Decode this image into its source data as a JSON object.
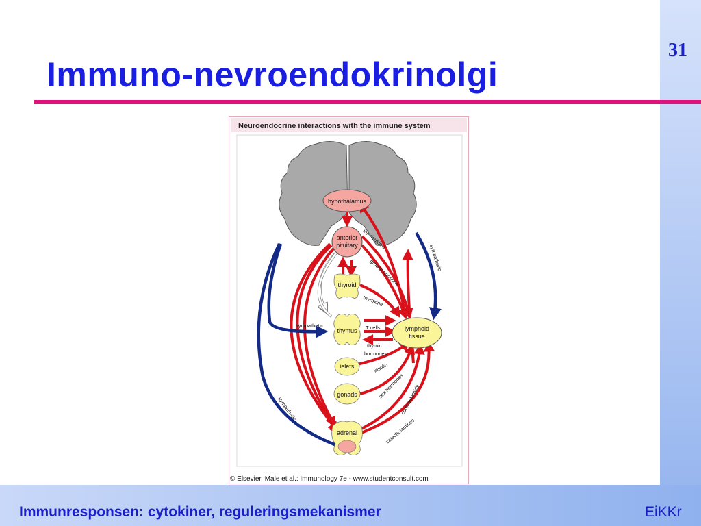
{
  "slide": {
    "number": "31",
    "title": "Immuno-nevroendokrinolgi",
    "footer_left": "Immunresponsen: cytokiner, reguleringsmekanismer",
    "footer_right": "EiKKr"
  },
  "figure": {
    "heading": "Neuroendocrine interactions with the immune system",
    "credit": "© Elsevier. Male et al.: Immunology 7e - www.studentconsult.com",
    "nodes": {
      "hypothalamus": "hypothalamus",
      "anterior": "anterior",
      "pituitary": "pituitary",
      "thyroid": "thyroid",
      "thymus": "thymus",
      "islets": "islets",
      "gonads": "gonads",
      "adrenal": "adrenal",
      "lymphoid": "lymphoid",
      "tissue": "tissue"
    },
    "labels": {
      "interleukin": "interleukin-1",
      "growth_hormone": "growth hormone",
      "thyroxine": "thyroxine",
      "sympathetic_right": "sympathetic",
      "sympathetic_mid": "sympathetic",
      "sympathetic_left": "sympathetic",
      "t_cells": "T cells",
      "thymic": "thymic",
      "hormones": "hormones",
      "insulin": "insulin",
      "sex_hormones": "sex hormones",
      "corticosteroids": "corticosteroids",
      "catecholamines": "catecholamines"
    },
    "colors": {
      "arrow_red": "#d8111b",
      "arrow_blue": "#132a86",
      "brain_gray": "#a9a9a9",
      "gland_yellow": "#fbf59a",
      "node_pink": "#f5a6a0",
      "frame_pink": "#e9a8b8"
    }
  }
}
